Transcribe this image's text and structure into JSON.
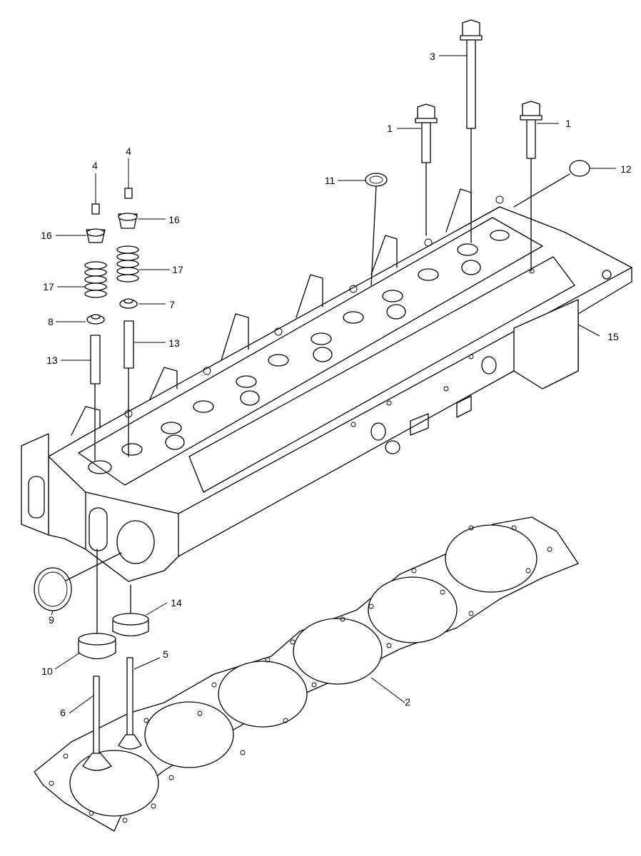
{
  "callouts": [
    {
      "id": "c1a",
      "text": "1"
    },
    {
      "id": "c1b",
      "text": "1"
    },
    {
      "id": "c2",
      "text": "2"
    },
    {
      "id": "c3",
      "text": "3"
    },
    {
      "id": "c4a",
      "text": "4"
    },
    {
      "id": "c4b",
      "text": "4"
    },
    {
      "id": "c5",
      "text": "5"
    },
    {
      "id": "c6",
      "text": "6"
    },
    {
      "id": "c7",
      "text": "7"
    },
    {
      "id": "c8",
      "text": "8"
    },
    {
      "id": "c9",
      "text": "9"
    },
    {
      "id": "c10",
      "text": "10"
    },
    {
      "id": "c11",
      "text": "11"
    },
    {
      "id": "c12",
      "text": "12"
    },
    {
      "id": "c13a",
      "text": "13"
    },
    {
      "id": "c13b",
      "text": "13"
    },
    {
      "id": "c14",
      "text": "14"
    },
    {
      "id": "c15",
      "text": "15"
    },
    {
      "id": "c16a",
      "text": "16"
    },
    {
      "id": "c16b",
      "text": "16"
    },
    {
      "id": "c17a",
      "text": "17"
    },
    {
      "id": "c17b",
      "text": "17"
    }
  ]
}
